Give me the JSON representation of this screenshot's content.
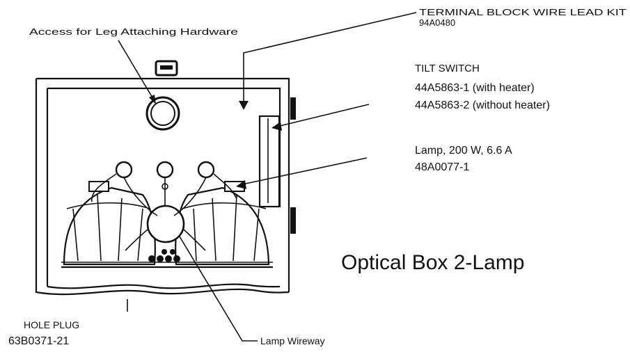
{
  "labels": {
    "access": "Access for Leg Attaching Hardware",
    "terminal_kit_title": "TERMINAL BLOCK WIRE LEAD KIT",
    "terminal_kit_part": "94A0480",
    "tilt_switch_title": "TILT SWITCH",
    "tilt_switch_part1": "44A5863-1 (with heater)",
    "tilt_switch_part2": "44A5863-2 (without heater)",
    "lamp_title": "Lamp, 200 W, 6.6 A",
    "lamp_part": "48A0077-1",
    "diagram_title": "Optical Box 2-Lamp",
    "hole_plug_title": "HOLE PLUG",
    "hole_plug_part": "63B0371-21",
    "lamp_wireway": "Lamp Wireway"
  }
}
